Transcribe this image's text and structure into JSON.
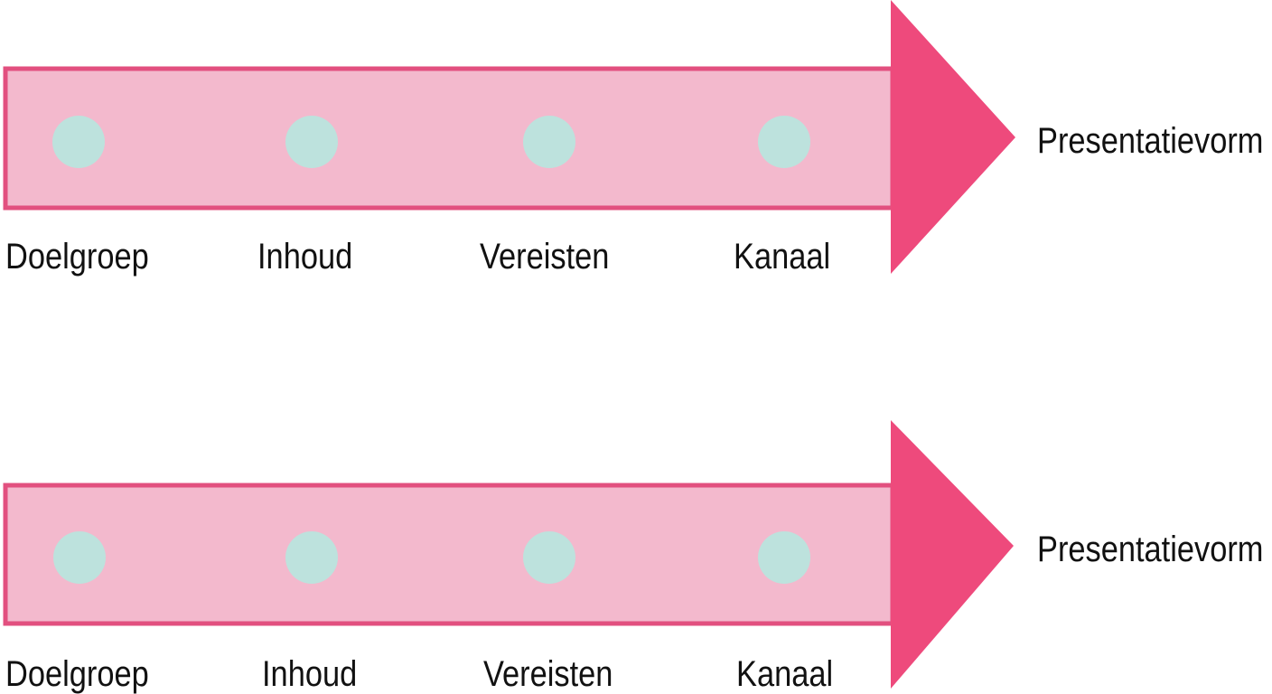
{
  "colors": {
    "arrow_border": "#e2507f",
    "arrow_fill": "#f3b9cd",
    "arrow_head": "#ee4a7c",
    "dot": "#bde2dd",
    "text": "#111111"
  },
  "flows": [
    {
      "steps": [
        {
          "label": "Doelgroep"
        },
        {
          "label": "Inhoud"
        },
        {
          "label": "Vereisten"
        },
        {
          "label": "Kanaal"
        }
      ],
      "result": "Presentatievorm"
    },
    {
      "steps": [
        {
          "label": "Doelgroep"
        },
        {
          "label": "Inhoud"
        },
        {
          "label": "Vereisten"
        },
        {
          "label": "Kanaal"
        }
      ],
      "result": "Presentatievorm"
    }
  ]
}
